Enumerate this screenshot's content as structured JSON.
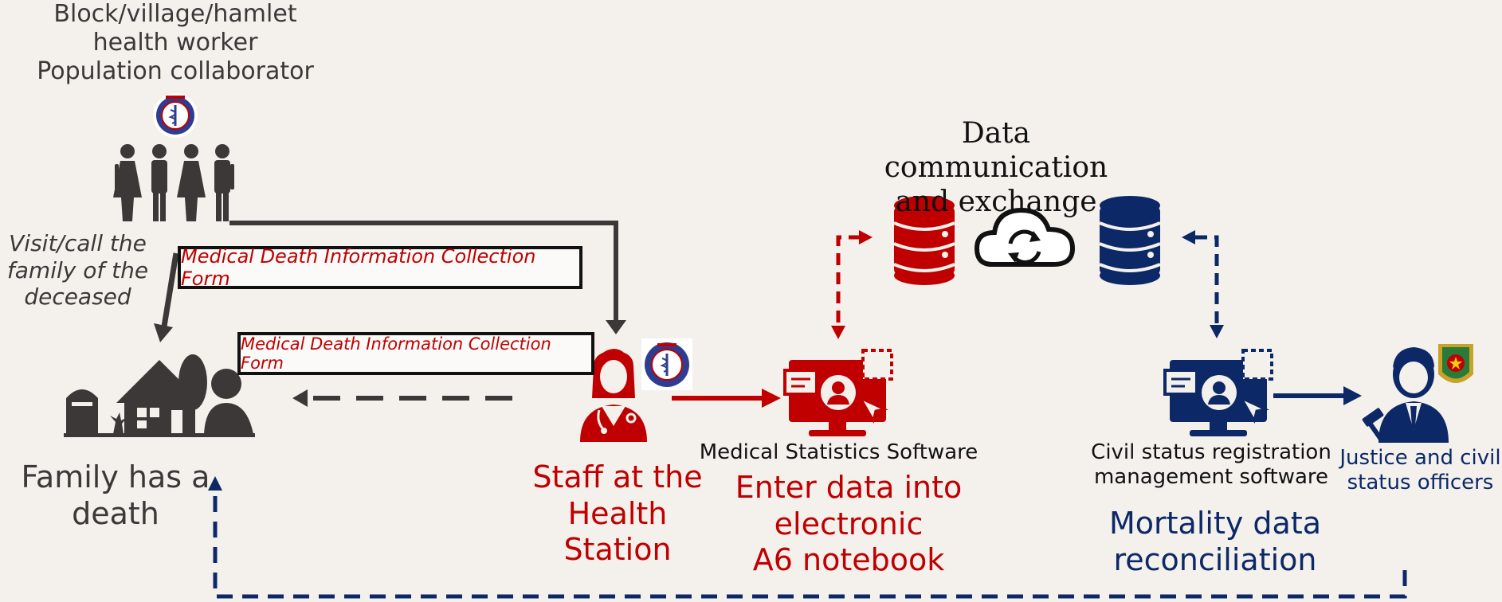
{
  "colors": {
    "dark": "#3c3838",
    "red": "#c00000",
    "navy": "#0c2866",
    "background": "#f4f1ed"
  },
  "labels": {
    "health_worker": "Block/village/hamlet\nhealth worker\nPopulation collaborator",
    "visit_call": "Visit/call the\nfamily of the\ndeceased",
    "form_top": "Medical Death Information Collection Form",
    "form_bottom": "Medical Death Information Collection Form",
    "family": "Family has a\ndeath",
    "staff": "Staff at the\nHealth\nStation",
    "med_software": "Medical Statistics Software",
    "enter_data": "Enter data into\nelectronic\nA6 notebook",
    "data_comm": "Data communication\nand exchange",
    "civil_software": "Civil status registration\nmanagement software",
    "justice": "Justice and civil\nstatus officers",
    "mortality": "Mortality data\nreconciliation"
  },
  "icons": {
    "health_workers": "four-people-icon",
    "ministry_health_logo": "ministry-of-health-logo",
    "family_home": "house-grave-family-icon",
    "nurse": "nurse-icon",
    "medical_computer": "computer-user-icon",
    "red_database": "database-icon",
    "cloud_sync": "cloud-sync-icon",
    "navy_database": "database-icon",
    "civil_computer": "computer-user-icon",
    "officer": "officer-gavel-icon",
    "police_emblem": "emblem-logo"
  }
}
